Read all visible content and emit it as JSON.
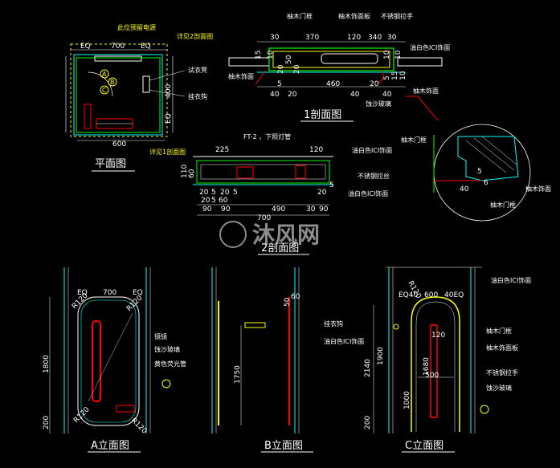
{
  "watermark": "沐风网",
  "plan": {
    "title": "平面图",
    "top_note": "此位预留电源",
    "detail_ref_top": "详见2剖面图",
    "detail_ref_bottom": "详见1剖面图",
    "labels": [
      "试衣凳",
      "挂衣钩"
    ],
    "dims": {
      "eq1": "EQ",
      "w700": "700",
      "eq2": "EQ",
      "d400": "400",
      "eq3": "EQ",
      "w600": "600"
    },
    "markers": [
      "A",
      "B",
      "C"
    ]
  },
  "section1": {
    "title": "1剖面图",
    "labels_top": [
      "柚木门框",
      "柚木饰面板",
      "不锈钢拉手"
    ],
    "label_right": "油白色ICI饰面",
    "label_left": "柚木饰面",
    "label_right2": "柚木饰面",
    "label_bottom": "蚀沙玻璃",
    "dims_top": [
      "30",
      "370",
      "120",
      "340",
      "30"
    ],
    "dims_small": [
      "15",
      "10",
      "20",
      "50",
      "20",
      "10",
      "10",
      "5",
      "15",
      "10"
    ],
    "dims_bottom": [
      "5",
      "40",
      "460",
      "20",
      "40",
      "20",
      "40"
    ]
  },
  "section2": {
    "title": "2剖面图",
    "note": "FT-2 ，下照灯管",
    "labels": [
      "油白色ICI饰面",
      "不锈钢拉丝",
      "油白色ICI饰面"
    ],
    "dims_top": [
      "225",
      "120"
    ],
    "dims_left": [
      "110",
      "60",
      "20",
      "5",
      "20"
    ],
    "dims_mid": [
      "20",
      "5",
      "60",
      "5",
      "20",
      "5"
    ],
    "dims_bottom": [
      "90",
      "90",
      "490",
      "30",
      "90",
      "700"
    ]
  },
  "detail_circle": {
    "labels": [
      "柚木门框",
      "柚木饰面",
      "柚木门框"
    ],
    "dims": [
      "5",
      "6",
      "40"
    ]
  },
  "elevA": {
    "title": "A立面图",
    "dims": {
      "eq1": "EQ",
      "w700": "700",
      "eq2": "EQ",
      "r1": "R120",
      "r2": "R120",
      "r3": "R120",
      "r4": "R120",
      "h1800": "1800",
      "h200": "200"
    },
    "labels": [
      "镜镜",
      "蚀沙玻璃",
      "黄色荧光管"
    ]
  },
  "elevB": {
    "title": "B立面图",
    "dims": {
      "d60": "60",
      "d50": "50",
      "h1750": "1750"
    },
    "labels": [
      "挂衣钩",
      "油白色ICI饰面"
    ]
  },
  "elevC": {
    "title": "C立面图",
    "dims": {
      "eq40": "EQ40",
      "w600": "600",
      "w40eq": "40EQ",
      "r": "R120",
      "w120": "120",
      "h1680": "1680",
      "w500": "500",
      "h1000": "1000",
      "h2140": "2140",
      "h1900": "1900",
      "h200": "200"
    },
    "labels": [
      "油白色ICI饰面",
      "柚木门框",
      "柚木饰面板",
      "不锈钢拉手",
      "蚀沙玻璃"
    ]
  },
  "colors": {
    "line_white": "#ffffff",
    "line_cyan": "#00ffff",
    "line_green": "#00ff00",
    "line_red": "#ff0000",
    "line_yellow": "#ffff00",
    "line_magenta": "#ff00ff"
  }
}
